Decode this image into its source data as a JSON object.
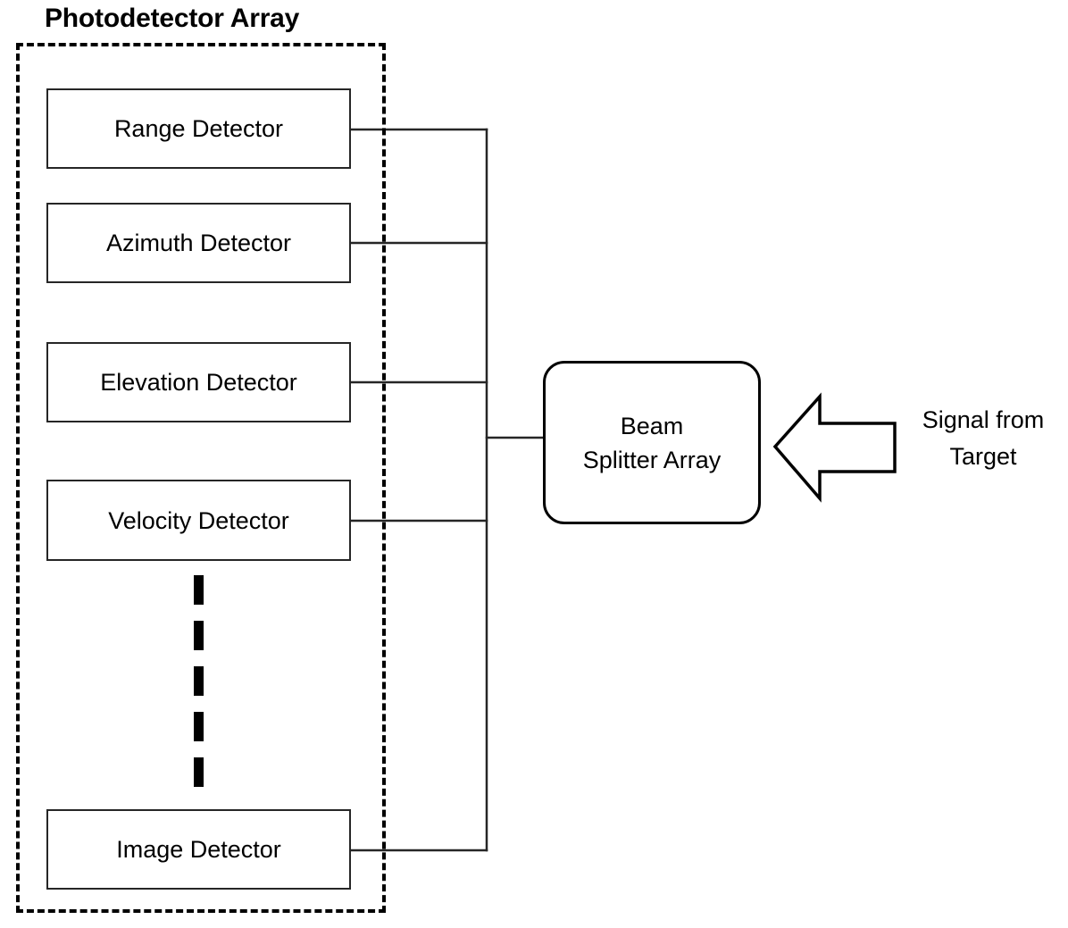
{
  "diagram": {
    "title": "Photodetector Array",
    "group": {
      "label": "Photodetector Array",
      "border_style": "dashed",
      "color": "#000000"
    },
    "detectors": [
      {
        "id": "range",
        "label": "Range Detector"
      },
      {
        "id": "azimuth",
        "label": "Azimuth Detector"
      },
      {
        "id": "elevation",
        "label": "Elevation Detector"
      },
      {
        "id": "velocity",
        "label": "Velocity Detector"
      },
      {
        "id": "image",
        "label": "Image Detector"
      }
    ],
    "continuation": {
      "symbol": "vertical-ellipsis",
      "dash_count": 5
    },
    "beam_splitter": {
      "line1": "Beam",
      "line2": "Splitter Array",
      "shape": "rounded-rectangle"
    },
    "input_arrow": {
      "label_line1": "Signal from",
      "label_line2": "Target",
      "direction": "left",
      "icon": "block-arrow-left-icon"
    },
    "colors": {
      "stroke": "#000000",
      "box_stroke": "#262626",
      "background": "#ffffff"
    }
  }
}
